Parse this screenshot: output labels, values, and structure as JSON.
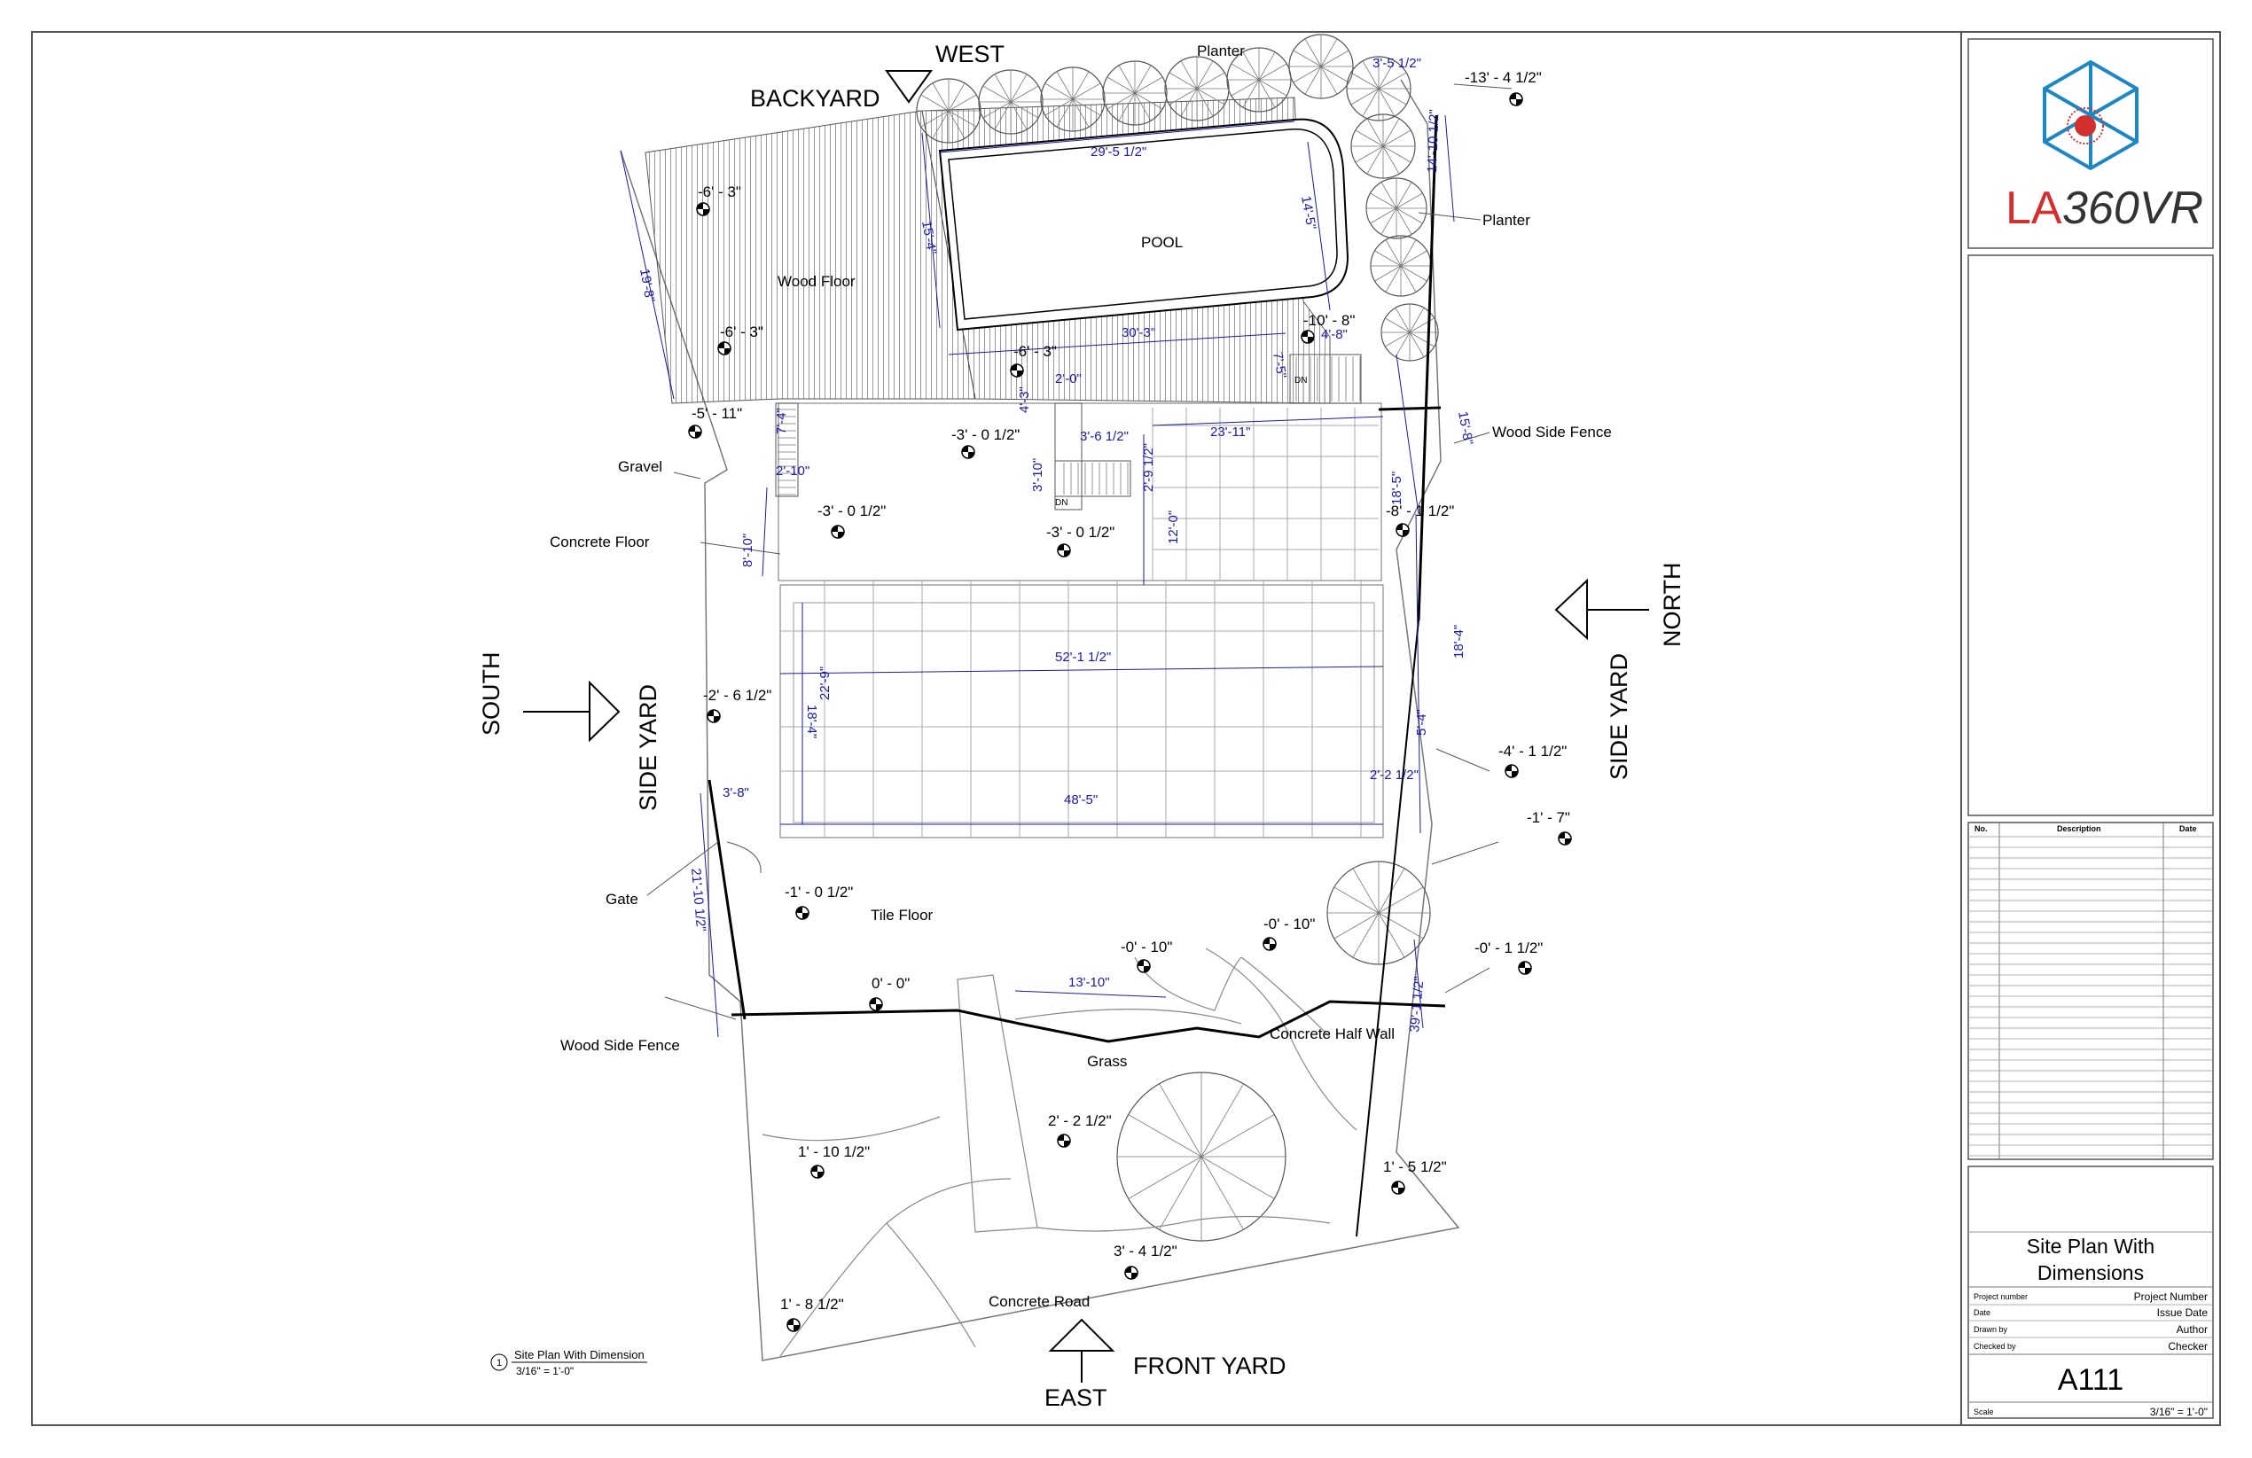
{
  "titleblock": {
    "logo_text_a": "LA",
    "logo_text_b": "360VR",
    "rev_header": {
      "no": "No.",
      "description": "Description",
      "date": "Date"
    },
    "sheet_title": "Site Plan With Dimensions",
    "sheet_title_line1": "Site Plan With",
    "sheet_title_line2": "Dimensions",
    "rows": [
      {
        "label": "Project number",
        "value": "Project Number"
      },
      {
        "label": "Date",
        "value": "Issue Date"
      },
      {
        "label": "Drawn by",
        "value": "Author"
      },
      {
        "label": "Checked by",
        "value": "Checker"
      }
    ],
    "sheet_number": "A111",
    "scale_label": "Scale",
    "scale_value": "3/16\" = 1'-0\""
  },
  "view_tag": {
    "number": "1",
    "title": "Site Plan With Dimension",
    "scale": "3/16\" = 1'-0\""
  },
  "directions": {
    "west": "WEST",
    "backyard": "BACKYARD",
    "north": "NORTH",
    "north_side": "SIDE YARD",
    "south": "SOUTH",
    "south_side": "SIDE YARD",
    "east": "EAST",
    "front_yard": "FRONT YARD"
  },
  "labels": {
    "planter_top": "Planter",
    "planter_right": "Planter",
    "pool": "POOL",
    "wood_floor": "Wood Floor",
    "wood_side_fence_right": "Wood Side Fence",
    "gravel": "Gravel",
    "concrete_floor": "Concrete Floor",
    "gate": "Gate",
    "tile_floor": "Tile Floor",
    "wood_side_fence_left": "Wood Side Fence",
    "grass": "Grass",
    "concrete_half_wall": "Concrete Half Wall",
    "concrete_road": "Concrete Road",
    "dn1": "DN",
    "dn2": "DN"
  },
  "elevations": {
    "e1": "-13' - 4 1/2\"",
    "e2": "-6' - 3\"",
    "e3": "-6' - 3\"",
    "e4": "-10' - 8\"",
    "e5": "-6' - 3\"",
    "e6": "-5' - 11\"",
    "e7": "-3' - 0 1/2\"",
    "e8": "-3' - 0 1/2\"",
    "e9": "-3' - 0 1/2\"",
    "e10": "-8' - 1 1/2\"",
    "e11": "-2' - 6 1/2\"",
    "e12": "-4' - 1 1/2\"",
    "e13": "-1' - 7\"",
    "e14": "-1' - 0 1/2\"",
    "e15": "-0' - 10\"",
    "e16": "-0' - 10\"",
    "e17": "-0' - 1 1/2\"",
    "e18": "0' - 0\"",
    "e19": "2' - 2 1/2\"",
    "e20": "1' - 10 1/2\"",
    "e21": "1' - 5 1/2\"",
    "e22": "3' - 4 1/2\"",
    "e23": "1' - 8 1/2\""
  },
  "dimensions": {
    "d1": "29'-5 1/2\"",
    "d2": "14'-5\"",
    "d3": "15'-4\"",
    "d4": "30'-3\"",
    "d5": "19'-8\"",
    "d6": "3'-5 1/2\"",
    "d7": "14'-10 1/2\"",
    "d8": "4'-8\"",
    "d9": "7'-5\"",
    "d10": "2'-0\"",
    "d11": "4'-3\"",
    "d12": "3'-6 1/2\"",
    "d13": "23'-11\"",
    "d14": "7'-4\"",
    "d15": "2'-10\"",
    "d16": "3'-10\"",
    "d17": "2'-9 1/2\"",
    "d18": "18'-5\"",
    "d19": "12'-0\"",
    "d20": "8'-10\"",
    "d21": "15'-8\"",
    "d22": "18'-4\"",
    "d23": "52'-1 1/2\"",
    "d24": "18'-4\"",
    "d25": "22'-9\"",
    "d26": "5'-4\"",
    "d27": "2'-2 1/2\"",
    "d28": "48'-5\"",
    "d29": "3'-8\"",
    "d30": "21'-10 1/2\"",
    "d31": "13'-10\"",
    "d32": "39'-1 1/2\""
  },
  "colors": {
    "line": "#000000",
    "dimension": "#1a1aa8",
    "logo_blue": "#1d87c4",
    "logo_red": "#d32f2f"
  }
}
